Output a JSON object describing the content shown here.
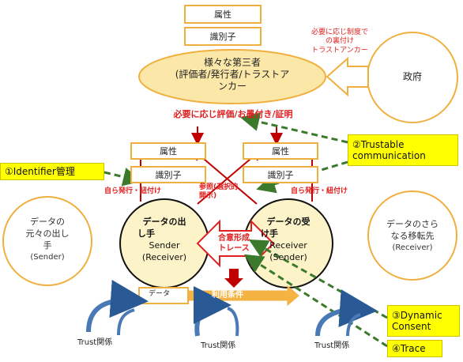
{
  "top_boxes": {
    "attribute": "属性",
    "identifier": "識別子"
  },
  "third_party": {
    "line1": "様々な第三者",
    "line2": "(評価者/発行者/トラストア",
    "line3": "ンカー"
  },
  "government": {
    "label": "政府",
    "note_line1": "必要に応じ制度で",
    "note_line2": "の裏付け",
    "note_line3": "トラストアンカー"
  },
  "mid_text": "必要に応じ評価/お墨付き/証明",
  "left_boxes": {
    "attribute": "属性",
    "identifier": "識別子"
  },
  "right_boxes": {
    "attribute": "属性",
    "identifier": "識別子"
  },
  "self_issue_left": "自ら発行・紐付け",
  "self_issue_right": "自ら発行・紐付け",
  "reference": {
    "line1": "参照(選択的",
    "line2": "開示)"
  },
  "sender": {
    "line1": "データの出",
    "line2": "し手",
    "line3": "Sender",
    "line4": "(Receiver)"
  },
  "receiver": {
    "line1": "データの受",
    "line2": "け手",
    "line3": "Receiver",
    "line4": "(Sender)"
  },
  "consensus": {
    "line1": "合意形成",
    "line2": "トレース"
  },
  "origin": {
    "line1": "データの",
    "line2": "元々の出し",
    "line3": "手",
    "line4": "(Sender)"
  },
  "further": {
    "line1": "データのさら",
    "line2": "なる移転先",
    "line3": "(Receiver)"
  },
  "data_label": "データ",
  "terms_label": "利用条件",
  "trust": [
    "Trust関係",
    "Trust関係",
    "Trust関係"
  ],
  "callouts": {
    "identifier": "①Identifier管理",
    "trustable": {
      "line1": "②Trustable",
      "line2": "communication"
    },
    "dynamic": {
      "line1": "③Dynamic",
      "line2": "Consent"
    },
    "trace": "④Trace"
  },
  "colors": {
    "orange": "#f0b040",
    "red": "#e02020",
    "yellow": "#ffff00",
    "green": "#3a7a2a",
    "blue": "#4a7ab5",
    "darkred": "#c00000"
  }
}
